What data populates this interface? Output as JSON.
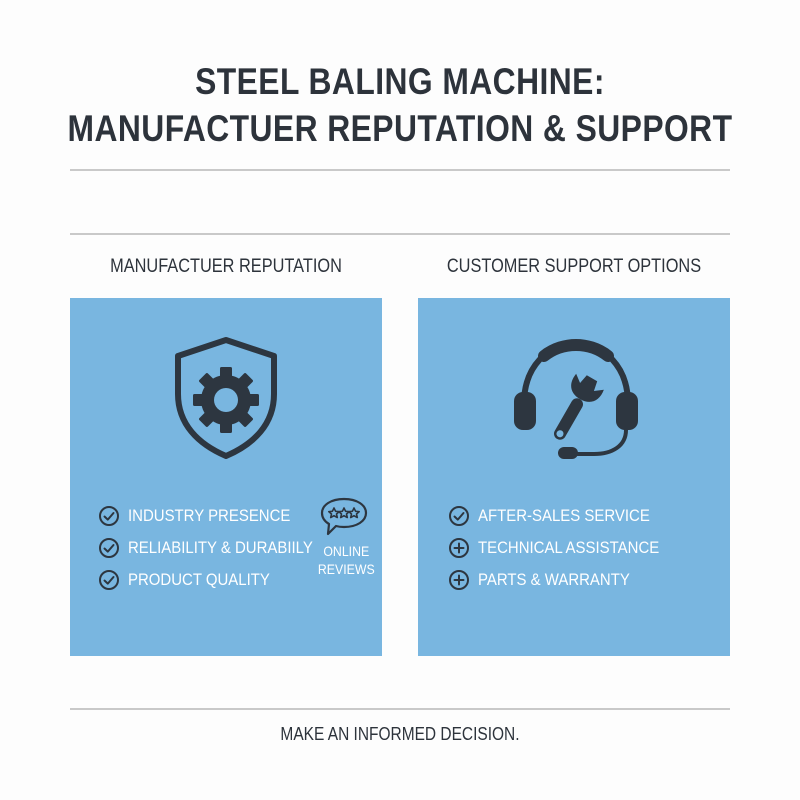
{
  "header": {
    "title_line1": "STEEL BALING MACHINE:",
    "title_line2": "MANUFACTUER REPUTATION & SUPPORT"
  },
  "columns": {
    "left": {
      "heading": "MANUFACTUER REPUTATION",
      "icon": "shield-gear-icon",
      "items": [
        {
          "icon": "check-circle-icon",
          "label": "INDUSTRY PRESENCE"
        },
        {
          "icon": "check-circle-icon",
          "label": "RELIABILITY & DURABIILY"
        },
        {
          "icon": "check-circle-icon",
          "label": "PRODUCT QUALITY"
        }
      ],
      "reviews": {
        "icon": "speech-bubble-stars-icon",
        "label_line1": "ONLINE",
        "label_line2": "REVIEWS"
      }
    },
    "right": {
      "heading": "CUSTOMER SUPPORT OPTIONS",
      "icon": "headset-wrench-icon",
      "items": [
        {
          "icon": "check-circle-icon",
          "label": "AFTER-SALES SERVICE"
        },
        {
          "icon": "plus-circle-icon",
          "label": "TECHNICAL ASSISTANCE"
        },
        {
          "icon": "plus-circle-icon",
          "label": "PARTS & WARRANTY"
        }
      ]
    }
  },
  "footer": {
    "text": "MAKE AN INFORMED DECISION."
  },
  "colors": {
    "panel": "#79b6e0",
    "icon_dark": "#2d3640",
    "text_dark": "#2d333b",
    "rule": "#c9c9c9",
    "background": "#fdfdfd"
  }
}
